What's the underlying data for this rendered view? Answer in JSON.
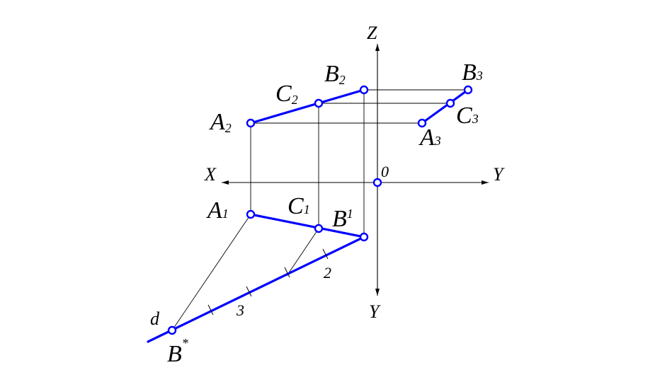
{
  "colors": {
    "construction_line": "#0000ff",
    "projection_lines": "#000000",
    "background": "#ffffff"
  },
  "axes": {
    "z_label": "Z",
    "x_label": "X",
    "y_right_label": "Y",
    "y_down_label": "Y",
    "origin_label": "0"
  },
  "points": {
    "a2": {
      "letter": "A",
      "index": "2"
    },
    "b2": {
      "letter": "B",
      "index": "2"
    },
    "c2": {
      "letter": "C",
      "index": "2"
    },
    "a3": {
      "letter": "A",
      "index": "3"
    },
    "b3": {
      "letter": "B",
      "index": "3"
    },
    "c3": {
      "letter": "C",
      "index": "3"
    },
    "a1": {
      "letter": "A",
      "index": "1"
    },
    "b1": {
      "letter": "B",
      "index": "1"
    },
    "c1": {
      "letter": "C",
      "index": "1"
    },
    "bstar": {
      "letter": "B",
      "index": "*"
    }
  },
  "line_d_label": "d",
  "scale_marks": {
    "mark_2": "2",
    "mark_3": "3"
  }
}
